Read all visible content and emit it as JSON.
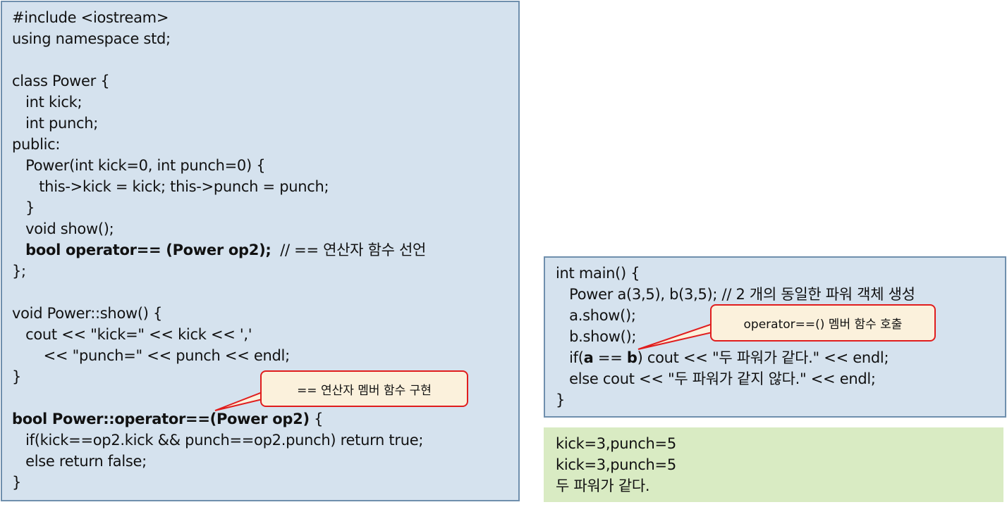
{
  "class_code": [
    {
      "segments": [
        {
          "t": "#include <iostream>"
        }
      ]
    },
    {
      "segments": [
        {
          "t": "using namespace std;"
        }
      ]
    },
    {
      "segments": [
        {
          "t": ""
        }
      ]
    },
    {
      "segments": [
        {
          "t": "class Power {"
        }
      ]
    },
    {
      "segments": [
        {
          "t": "   int kick;"
        }
      ]
    },
    {
      "segments": [
        {
          "t": "   int punch;"
        }
      ]
    },
    {
      "segments": [
        {
          "t": "public:"
        }
      ]
    },
    {
      "segments": [
        {
          "t": "   Power(int kick=0, int punch=0) {"
        }
      ]
    },
    {
      "segments": [
        {
          "t": "      this->kick = kick; this->punch = punch;"
        }
      ]
    },
    {
      "segments": [
        {
          "t": "   }"
        }
      ]
    },
    {
      "segments": [
        {
          "t": "   void show();"
        }
      ]
    },
    {
      "segments": [
        {
          "t": "   "
        },
        {
          "t": "bool operator== (Power op2);",
          "b": true
        },
        {
          "t": "  // == 연산자 함수 선언"
        }
      ]
    },
    {
      "segments": [
        {
          "t": "};"
        }
      ]
    },
    {
      "segments": [
        {
          "t": ""
        }
      ]
    },
    {
      "segments": [
        {
          "t": "void Power::show() {"
        }
      ]
    },
    {
      "segments": [
        {
          "t": "   cout << \"kick=\" << kick << ','"
        }
      ]
    },
    {
      "segments": [
        {
          "t": "       << \"punch=\" << punch << endl;"
        }
      ]
    },
    {
      "segments": [
        {
          "t": "}"
        }
      ]
    },
    {
      "segments": [
        {
          "t": ""
        }
      ]
    },
    {
      "segments": [
        {
          "t": "bool Power::operator==(Power op2)",
          "b": true
        },
        {
          "t": " {"
        }
      ]
    },
    {
      "segments": [
        {
          "t": "   if(kick==op2.kick && punch==op2.punch) return true;"
        }
      ]
    },
    {
      "segments": [
        {
          "t": "   else return false;"
        }
      ]
    },
    {
      "segments": [
        {
          "t": "}"
        }
      ]
    }
  ],
  "main_code": [
    {
      "segments": [
        {
          "t": "int main() {"
        }
      ]
    },
    {
      "segments": [
        {
          "t": "   Power a(3,5), b(3,5); // 2 개의 동일한 파워 객체 생성"
        }
      ]
    },
    {
      "segments": [
        {
          "t": "   a.show();"
        }
      ]
    },
    {
      "segments": [
        {
          "t": "   b.show();"
        }
      ]
    },
    {
      "segments": [
        {
          "t": "   if("
        },
        {
          "t": "a",
          "b": true
        },
        {
          "t": " == "
        },
        {
          "t": "b",
          "b": true
        },
        {
          "t": ") cout << \"두 파워가 같다.\" << endl;"
        }
      ]
    },
    {
      "segments": [
        {
          "t": "   else cout << \"두 파워가 같지 않다.\" << endl;"
        }
      ]
    },
    {
      "segments": [
        {
          "t": "}"
        }
      ]
    }
  ],
  "output_lines": [
    {
      "segments": [
        {
          "t": "kick=3,punch=5"
        }
      ]
    },
    {
      "segments": [
        {
          "t": "kick=3,punch=5"
        }
      ]
    },
    {
      "segments": [
        {
          "t": "두 파워가 같다."
        }
      ]
    }
  ],
  "callouts": {
    "impl_label": "== 연산자 멤버 함수 구현",
    "call_label": "operator==() 멤버 함수 호출"
  },
  "colors": {
    "code_bg": "#d5e2ee",
    "code_border": "#6f8fad",
    "output_bg": "#d9ebc3",
    "callout_bg": "#fbf1dc",
    "callout_border": "#e01d1d"
  }
}
